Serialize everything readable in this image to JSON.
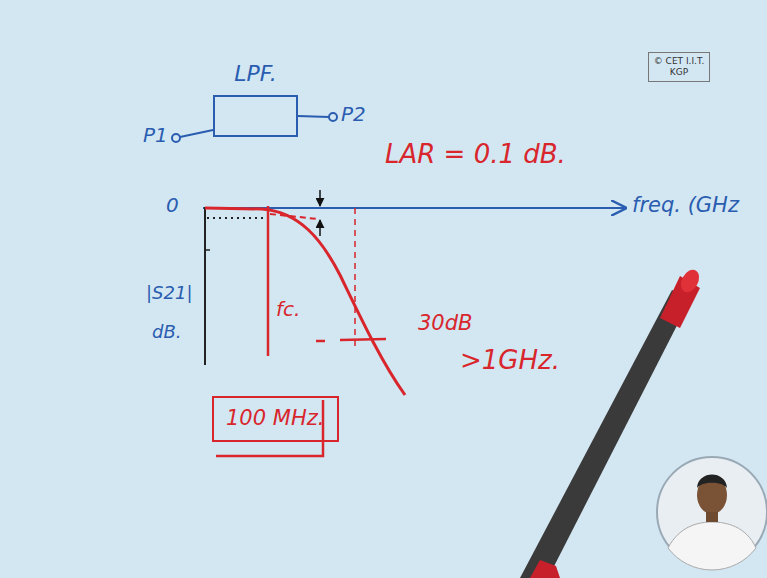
{
  "diagram": {
    "nodes": [
      {
        "text": [
          "LPF."
        ]
      },
      {
        "text": [
          "100 MHz."
        ]
      },
      {
        "text": [
          "© CET I.I.T. KGP"
        ]
      }
    ],
    "labels": [
      "P1",
      "P2",
      "LAR = 0.1 dB.",
      "0",
      "freq. (GHz",
      "|S21|",
      "dB.",
      "fc.",
      "30dB",
      ">1GHz."
    ]
  }
}
